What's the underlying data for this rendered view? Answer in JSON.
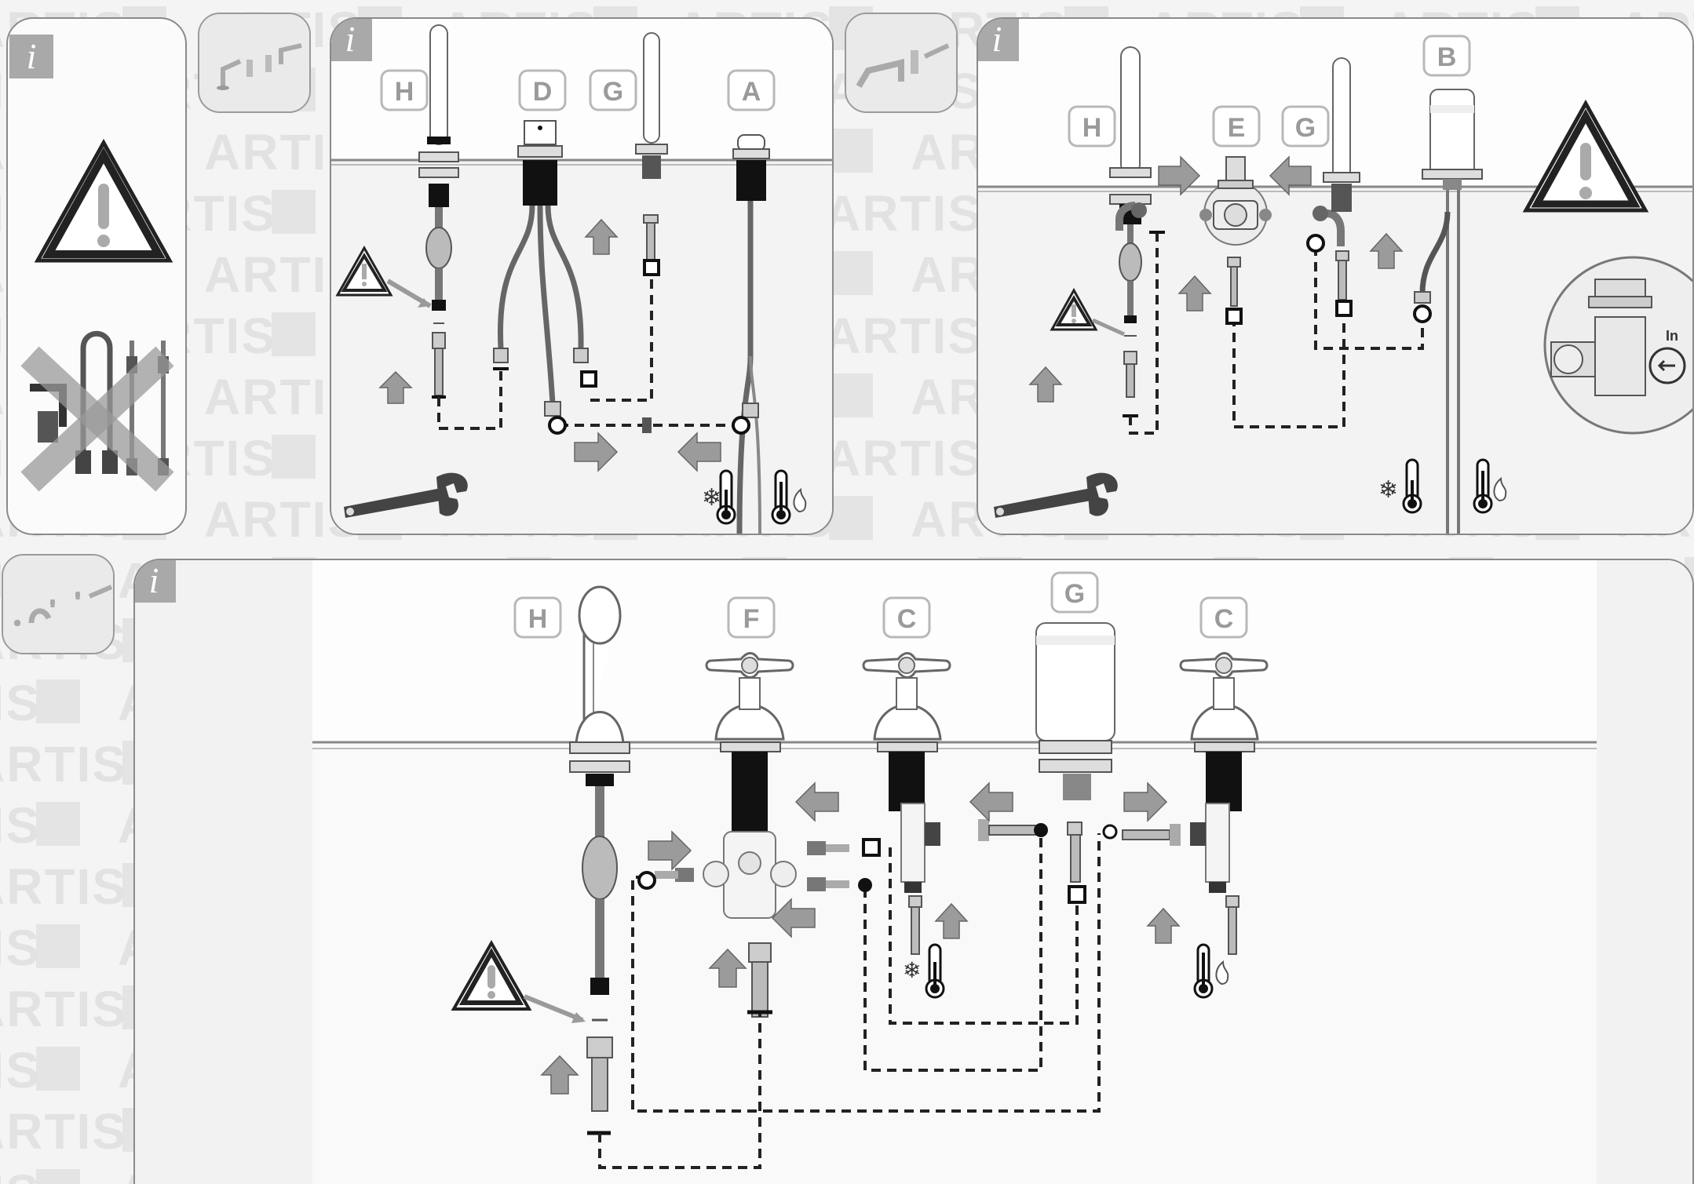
{
  "info_badge": "i",
  "panel_top_middle": {
    "labels": {
      "h": "H",
      "d": "D",
      "g": "G",
      "a": "A"
    }
  },
  "panel_top_right": {
    "labels": {
      "h": "H",
      "e": "E",
      "g": "G",
      "b": "B",
      "inlet": "In"
    }
  },
  "panel_bottom": {
    "labels": {
      "h": "H",
      "f": "F",
      "c1": "C",
      "g": "G",
      "c2": "C"
    }
  },
  "colors": {
    "panel_border": "#8a8a8a",
    "arrow_fill": "#9b9b9b",
    "label_box_border": "#b8b8b8",
    "label_text": "#9a9a9a",
    "watermark": "#e2e2e2",
    "dashed_line": "#222222"
  },
  "icons": [
    "warning-triangle-icon",
    "no-hoses-cross-icon",
    "wrench-icon",
    "cold-thermometer-icon",
    "hot-thermometer-icon",
    "info-icon",
    "arrow-icon"
  ]
}
